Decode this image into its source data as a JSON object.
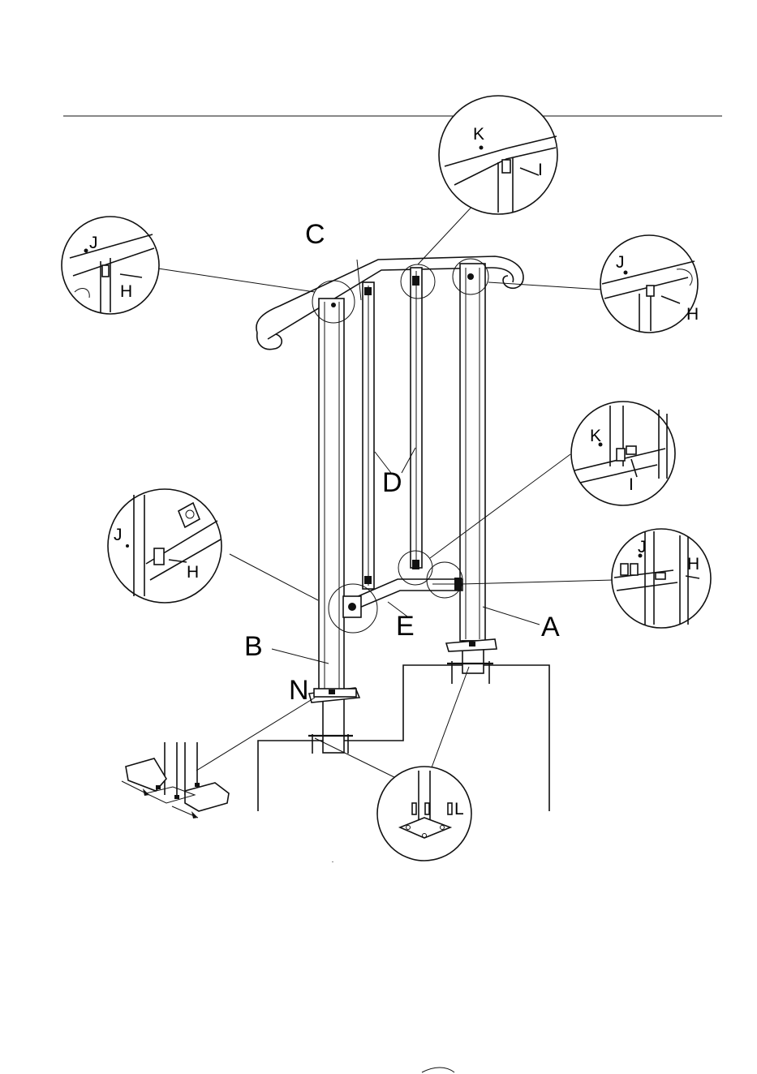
{
  "labels": {
    "A": "A",
    "B": "B",
    "C": "C",
    "D": "D",
    "E": "E",
    "N": "N"
  },
  "callouts": {
    "top_center": {
      "k": "K",
      "i": "I"
    },
    "top_left": {
      "j": "J",
      "h": "H"
    },
    "top_right": {
      "j": "J",
      "h": "H"
    },
    "mid_right": {
      "k": "K",
      "i": "I"
    },
    "mid_left": {
      "j": "J",
      "h": "H"
    },
    "low_right": {
      "j": "J",
      "h": "H"
    },
    "bottom_center": {
      "l": "L"
    }
  }
}
